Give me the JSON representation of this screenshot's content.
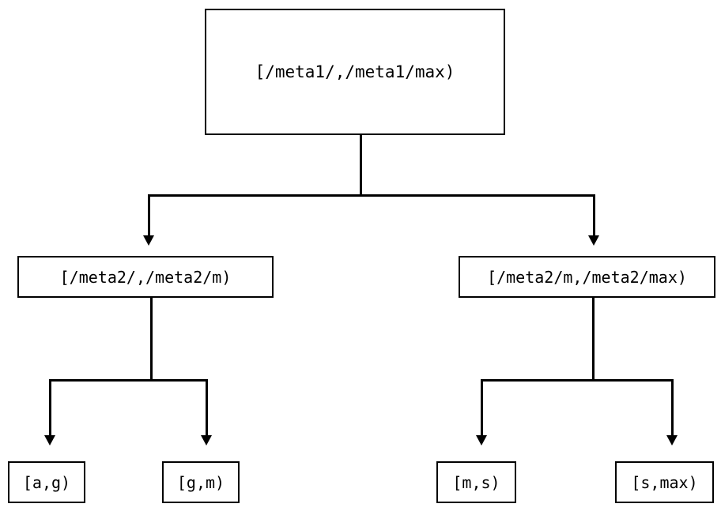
{
  "diagram": {
    "type": "tree",
    "title": "",
    "background_color": "#ffffff",
    "line_color": "#000000",
    "text_color": "#000000",
    "nodes": {
      "root": {
        "label": "[/meta1/,/meta1/max)",
        "level": 0
      },
      "mid_left": {
        "label": "[/meta2/,/meta2/m)",
        "level": 1
      },
      "mid_right": {
        "label": "[/meta2/m,/meta2/max)",
        "level": 1
      },
      "leaf_ag": {
        "label": "[a,g)",
        "level": 2
      },
      "leaf_gm": {
        "label": "[g,m)",
        "level": 2
      },
      "leaf_ms": {
        "label": "[m,s)",
        "level": 2
      },
      "leaf_smax": {
        "label": "[s,max)",
        "level": 2
      }
    },
    "edges": [
      {
        "from": "root",
        "to": "mid_left",
        "arrowhead": "filled-triangle-down"
      },
      {
        "from": "root",
        "to": "mid_right",
        "arrowhead": "filled-triangle-down"
      },
      {
        "from": "mid_left",
        "to": "leaf_ag",
        "arrowhead": "filled-triangle-down"
      },
      {
        "from": "mid_left",
        "to": "leaf_gm",
        "arrowhead": "filled-triangle-down"
      },
      {
        "from": "mid_right",
        "to": "leaf_ms",
        "arrowhead": "filled-triangle-down"
      },
      {
        "from": "mid_right",
        "to": "leaf_smax",
        "arrowhead": "filled-triangle-down"
      }
    ]
  }
}
